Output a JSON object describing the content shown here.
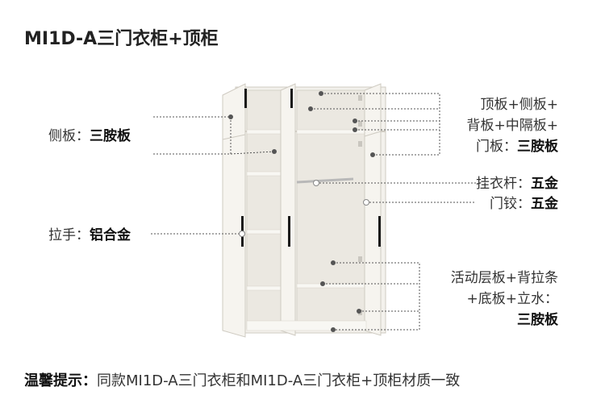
{
  "title": "MI1D-A三门衣柜+顶柜",
  "callouts": {
    "side_panel": {
      "prefix": "侧板：",
      "value": "三胺板"
    },
    "handle": {
      "prefix": "拉手：",
      "value": "铝合金"
    },
    "top_group": {
      "line1": "顶板+侧板+",
      "line2": "背板+中隔板+",
      "line3_prefix": "门板：",
      "line3_value": "三胺板"
    },
    "rod": {
      "prefix": "挂衣杆：",
      "value": "五金"
    },
    "hinge": {
      "prefix": "门铰：",
      "value": "五金"
    },
    "bottom_group": {
      "line1": "活动层板+背拉条",
      "line2": "+底板+立水：",
      "line3": "三胺板"
    }
  },
  "tip": {
    "label": "温馨提示：",
    "text": "同款MI1D-A三门衣柜和MI1D-A三门衣柜+顶柜材质一致"
  },
  "colors": {
    "cabinet": "#f3f1ec",
    "cabinet_shade": "#e4e1da",
    "edge": "#cfcbc2",
    "handle": "#1a1a1a",
    "rod": "#b8b8b8",
    "dots": "#555555"
  }
}
